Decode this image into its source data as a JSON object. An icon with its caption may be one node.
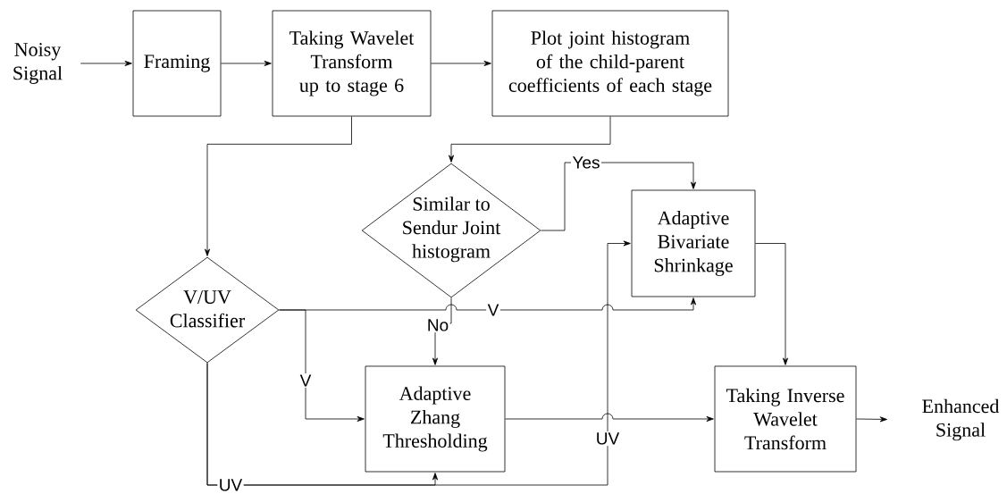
{
  "diagram": {
    "nodes": [
      {
        "text": [
          "Noisy Signal"
        ]
      },
      {
        "text": [
          "Framing"
        ]
      },
      {
        "text": [
          "Taking Wavelet Transform up to stage 6"
        ]
      },
      {
        "text": [
          "Plot joint histogram of the child-parent coefficients of each stage"
        ]
      },
      {
        "text": [
          "Similar to Sendur Joint histogram"
        ]
      },
      {
        "text": [
          "V/UV Classifier"
        ]
      },
      {
        "text": [
          "Adaptive Bivariate Shrinkage"
        ]
      },
      {
        "text": [
          "Adaptive Zhang Thresholding"
        ]
      },
      {
        "text": [
          "Taking Inverse Wavelet Transform"
        ]
      },
      {
        "text": [
          "Enhanced Signal"
        ]
      }
    ],
    "edges": [
      {
        "from": 0,
        "to": 1,
        "arrow": "to"
      },
      {
        "from": 1,
        "to": 2,
        "arrow": "to"
      },
      {
        "from": 2,
        "to": 3,
        "arrow": "to"
      },
      {
        "from": 2,
        "to": 5,
        "arrow": "to"
      },
      {
        "from": 3,
        "to": 4,
        "arrow": "to"
      },
      {
        "from": 4,
        "to": 6,
        "arrow": "to",
        "label": "Yes"
      },
      {
        "from": 4,
        "to": 7,
        "arrow": "to",
        "label": "No"
      },
      {
        "from": 5,
        "to": 6,
        "arrow": "to",
        "label": "V"
      },
      {
        "from": 5,
        "to": 7,
        "arrow": "to",
        "label": "V"
      },
      {
        "from": 5,
        "to": 7,
        "arrow": "to",
        "label": "UV"
      },
      {
        "from": 5,
        "to": 6,
        "arrow": "to",
        "label": "UV"
      },
      {
        "from": 6,
        "to": 8,
        "arrow": "to"
      },
      {
        "from": 7,
        "to": 8,
        "arrow": "to"
      },
      {
        "from": 8,
        "to": 9,
        "arrow": "to"
      }
    ]
  }
}
